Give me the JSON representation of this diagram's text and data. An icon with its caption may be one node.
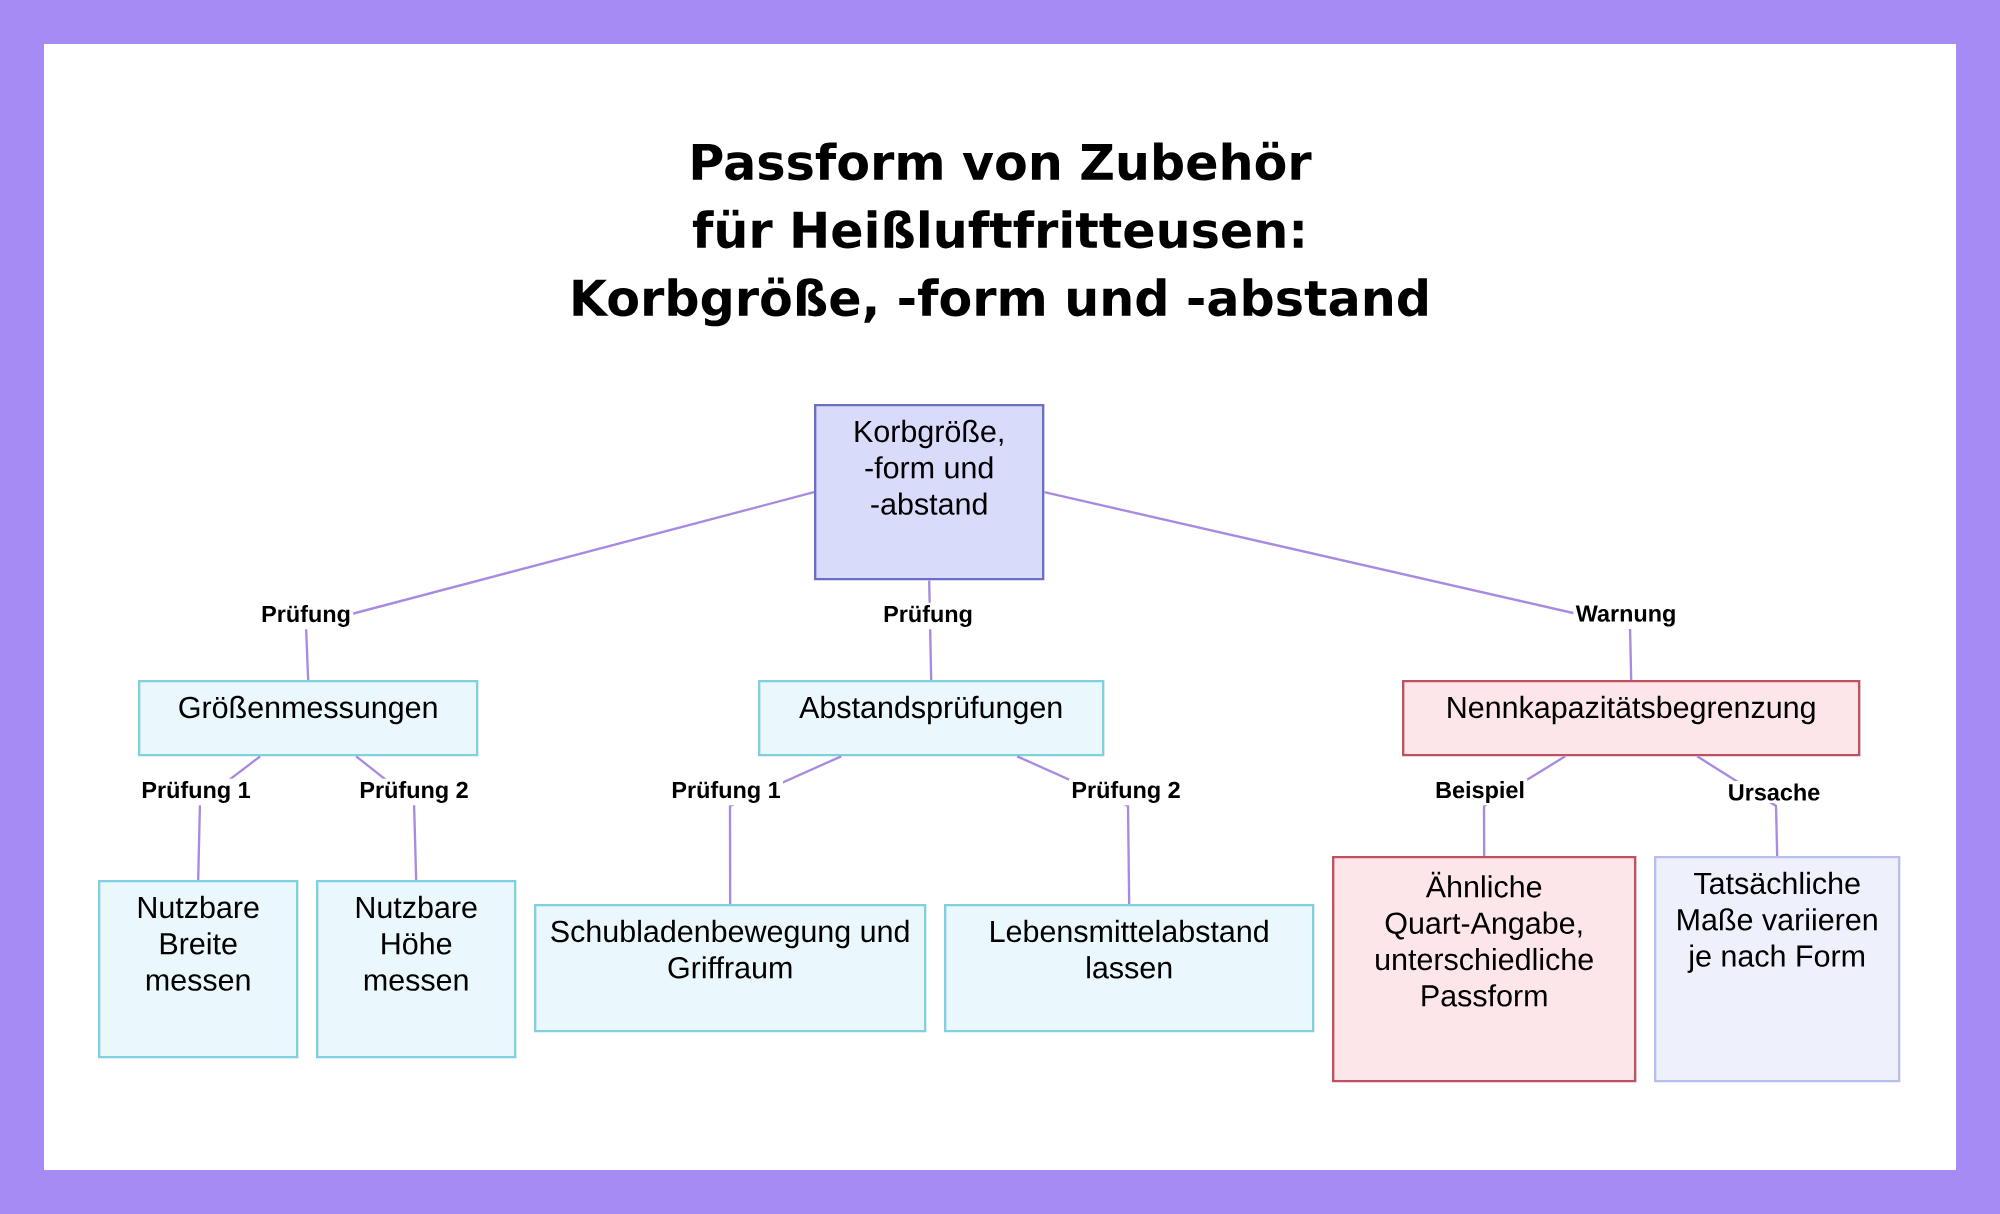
{
  "diagram": {
    "title": "Passform von Zubehör für Heißluftfritteusen: Korbgröße, -form und -abstand",
    "nodes": [
      {
        "text": [
          "Korbgröße, -form und -abstand"
        ]
      },
      {
        "text": [
          "Größenmessungen"
        ]
      },
      {
        "text": [
          "Abstandsprüfungen"
        ]
      },
      {
        "text": [
          "Nennkapazitätsbegrenzung"
        ]
      },
      {
        "text": [
          "Nutzbare Breite messen"
        ]
      },
      {
        "text": [
          "Nutzbare Höhe messen"
        ]
      },
      {
        "text": [
          "Schubladenbewegung und Griffraum"
        ]
      },
      {
        "text": [
          "Lebensmittelabstand lassen"
        ]
      },
      {
        "text": [
          "Ähnliche Quart-Angabe, unterschiedliche Passform"
        ]
      },
      {
        "text": [
          "Tatsächliche Maße variieren je nach Form"
        ]
      }
    ],
    "edges": [
      {
        "from": 0,
        "to": 1,
        "label": "Prüfung",
        "arrow": "none"
      },
      {
        "from": 0,
        "to": 2,
        "label": "Prüfung",
        "arrow": "none"
      },
      {
        "from": 0,
        "to": 3,
        "label": "Warnung",
        "arrow": "none"
      },
      {
        "from": 1,
        "to": 4,
        "label": "Prüfung 1",
        "arrow": "none"
      },
      {
        "from": 1,
        "to": 5,
        "label": "Prüfung 2",
        "arrow": "none"
      },
      {
        "from": 2,
        "to": 6,
        "label": "Prüfung 1",
        "arrow": "none"
      },
      {
        "from": 2,
        "to": 7,
        "label": "Prüfung 2",
        "arrow": "none"
      },
      {
        "from": 3,
        "to": 8,
        "label": "Beispiel",
        "arrow": "none"
      },
      {
        "from": 3,
        "to": 9,
        "label": "Ursache",
        "arrow": "none"
      }
    ]
  }
}
